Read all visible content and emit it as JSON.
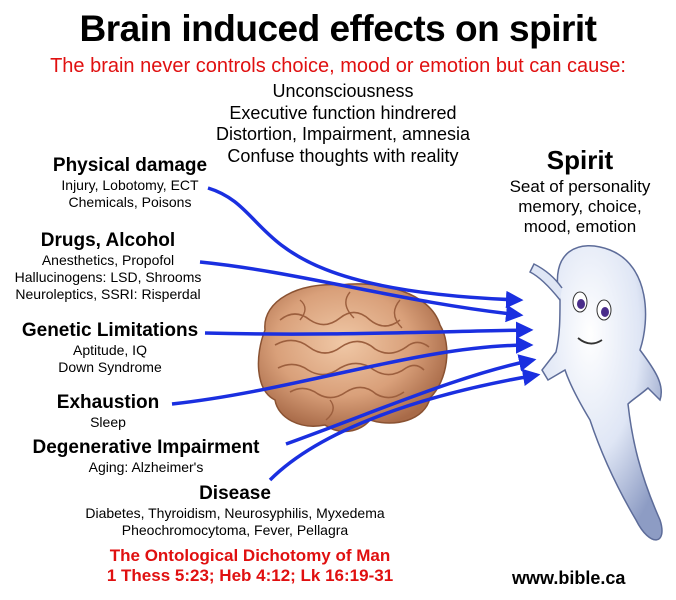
{
  "title": "Brain induced effects on spirit",
  "subtitle": "The brain never controls choice, mood or emotion but can cause:",
  "effects": [
    "Unconsciousness",
    "Executive function hindrered",
    "Distortion, Impairment, amnesia",
    "Confuse thoughts with reality"
  ],
  "spirit": {
    "title": "Spirit",
    "lines": [
      "Seat of personality",
      "memory, choice,",
      "mood, emotion"
    ]
  },
  "causes": [
    {
      "heading": "Physical damage",
      "details": [
        "Injury, Lobotomy, ECT",
        "Chemicals, Poisons"
      ]
    },
    {
      "heading": "Drugs, Alcohol",
      "details": [
        "Anesthetics, Propofol",
        "Hallucinogens: LSD, Shrooms",
        "Neuroleptics, SSRI: Risperdal"
      ]
    },
    {
      "heading": "Genetic Limitations",
      "details": [
        "Aptitude, IQ",
        "Down Syndrome"
      ]
    },
    {
      "heading": "Exhaustion",
      "details": [
        "Sleep"
      ]
    },
    {
      "heading": "Degenerative Impairment",
      "details": [
        "Aging: Alzheimer's"
      ]
    },
    {
      "heading": "Disease",
      "details": [
        "Diabetes, Thyroidism, Neurosyphilis, Myxedema",
        "Pheochromocytoma, Fever, Pellagra"
      ]
    }
  ],
  "footer": {
    "reference_lines": [
      "The Ontological Dichotomy of Man",
      "1 Thess 5:23; Heb 4:12; Lk 16:19-31"
    ],
    "website": "www.bible.ca"
  },
  "colors": {
    "title": "#000000",
    "subtitle": "#e01010",
    "arrow": "#1a2fe0",
    "brain": "#d9a07a",
    "ghost": "#dfe6f5"
  },
  "images": [
    "brain-illustration",
    "ghost-spirit-illustration"
  ]
}
